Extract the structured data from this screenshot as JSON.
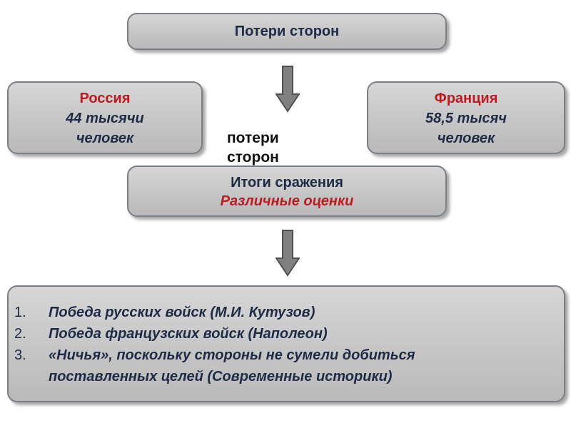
{
  "top_box": {
    "title": "Потери сторон"
  },
  "russia": {
    "name": "Россия",
    "value": "44 тысячи",
    "unit": "человек"
  },
  "france": {
    "name": "Франция",
    "value": "58,5 тысяч",
    "unit": "человек"
  },
  "loose_text": {
    "line1": "потери",
    "line2": "сторон"
  },
  "results_box": {
    "title": "Итоги сражения",
    "subtitle": "Различные оценки"
  },
  "list": {
    "items": [
      {
        "number": "1.",
        "lines": [
          "Победа русских войск  (М.И. Кутузов)"
        ]
      },
      {
        "number": "2.",
        "lines": [
          "Победа французских войск (Наполеон)"
        ]
      },
      {
        "number": "3.",
        "lines": [
          "«Ничья», поскольку стороны не сумели добиться",
          "поставленных целей (Современные историки)"
        ]
      }
    ]
  },
  "colors": {
    "accent_red": "#c0191e",
    "text_navy": "#1f2a44",
    "box_gray": "#c8c8c8",
    "arrow_gray": "#808080"
  }
}
